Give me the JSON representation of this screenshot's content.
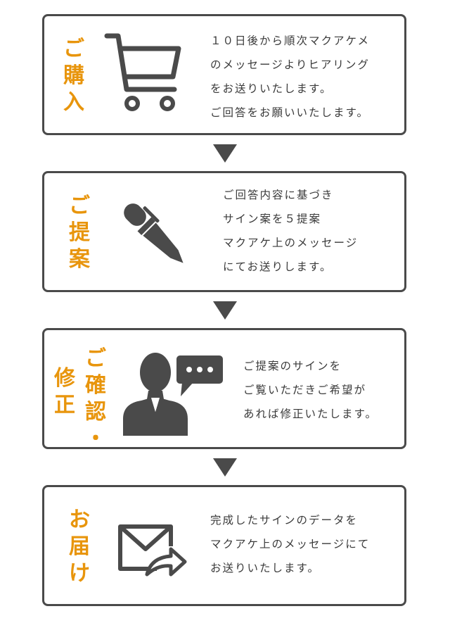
{
  "steps": [
    {
      "title_chars": [
        "ご",
        "購",
        "入"
      ],
      "icon": "shopping-cart-icon",
      "lines": [
        "１０日後から順次マクアケメ",
        "のメッセージよりヒアリング",
        "をお送りいたします。",
        "ご回答をお願いいたします。"
      ]
    },
    {
      "title_chars": [
        "ご",
        "提",
        "案"
      ],
      "icon": "pen-icon",
      "lines": [
        "ご回答内容に基づき",
        "サイン案を５提案",
        "マクアケ上のメッセージ",
        "にてお送りします。"
      ]
    },
    {
      "title_col_a": [
        "修",
        "正"
      ],
      "title_col_b": [
        "ご",
        "確",
        "認",
        "・"
      ],
      "icon": "person-chat-icon",
      "lines": [
        "ご提案のサインを",
        "ご覧いただきご希望が",
        "あれば修正いたします。"
      ]
    },
    {
      "title_chars": [
        "お",
        "届",
        "け"
      ],
      "icon": "mail-forward-icon",
      "lines": [
        "完成したサインのデータを",
        "マクアケ上のメッセージにて",
        "お送りいたします。"
      ]
    }
  ],
  "colors": {
    "accent": "#e8950c",
    "border": "#4a4a4a",
    "icon": "#4a4a4a",
    "text": "#3a3a3a"
  }
}
